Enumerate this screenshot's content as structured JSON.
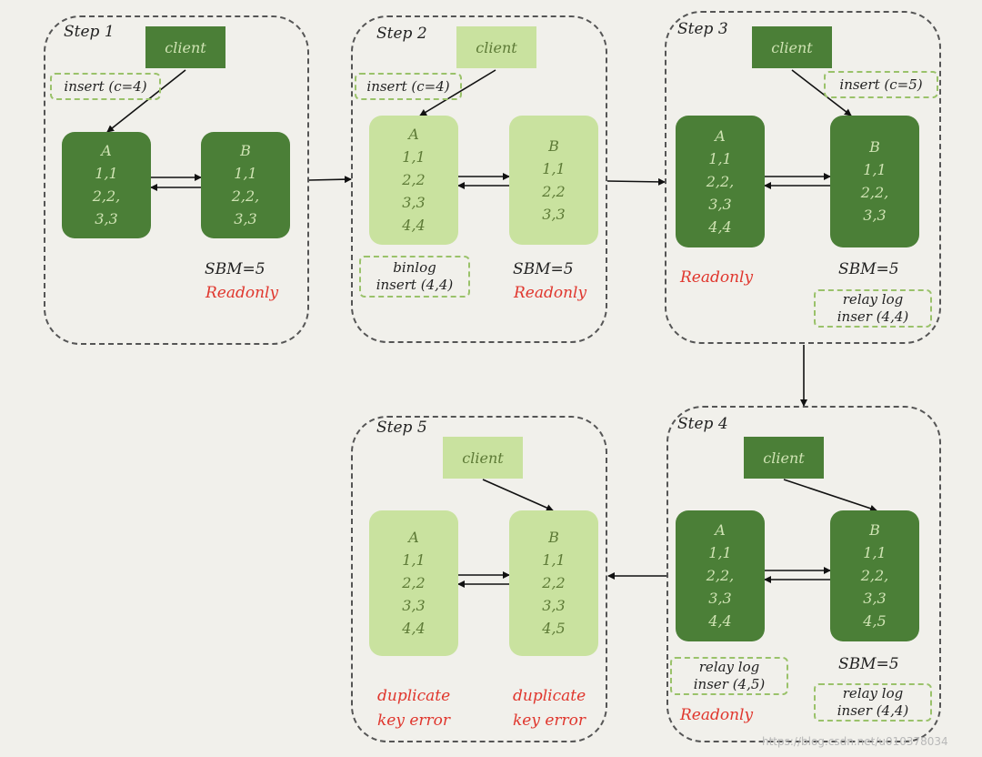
{
  "steps": [
    {
      "title": "Step 1",
      "client": "client",
      "note": "insert (c=4)",
      "nodeA": {
        "label": "A",
        "rows": [
          "1,1",
          "2,2,",
          "3,3"
        ]
      },
      "nodeB": {
        "label": "B",
        "rows": [
          "1,1",
          "2,2,",
          "3,3"
        ]
      },
      "sbm": "SBM=5",
      "readonly": "Readonly"
    },
    {
      "title": "Step 2",
      "client": "client",
      "note": "insert (c=4)",
      "nodeA": {
        "label": "A",
        "rows": [
          "1,1",
          "2,2",
          "3,3",
          "4,4"
        ]
      },
      "nodeB": {
        "label": "B",
        "rows": [
          "1,1",
          "2,2",
          "3,3"
        ]
      },
      "binlog": [
        "binlog",
        "insert (4,4)"
      ],
      "sbm": "SBM=5",
      "readonly": "Readonly"
    },
    {
      "title": "Step 3",
      "client": "client",
      "note": "insert (c=5)",
      "nodeA": {
        "label": "A",
        "rows": [
          "1,1",
          "2,2,",
          "3,3",
          "4,4"
        ]
      },
      "nodeB": {
        "label": "B",
        "rows": [
          "1,1",
          "2,2,",
          "3,3"
        ]
      },
      "readonly": "Readonly",
      "sbm": "SBM=5",
      "relay": [
        "relay log",
        "inser (4,4)"
      ]
    },
    {
      "title": "Step 4",
      "client": "client",
      "nodeA": {
        "label": "A",
        "rows": [
          "1,1",
          "2,2,",
          "3,3",
          "4,4"
        ]
      },
      "nodeB": {
        "label": "B",
        "rows": [
          "1,1",
          "2,2,",
          "3,3",
          "4,5"
        ]
      },
      "relayA": [
        "relay log",
        "inser (4,5)"
      ],
      "readonly": "Readonly",
      "sbm": "SBM=5",
      "relayB": [
        "relay log",
        "inser (4,4)"
      ]
    },
    {
      "title": "Step 5",
      "client": "client",
      "nodeA": {
        "label": "A",
        "rows": [
          "1,1",
          "2,2",
          "3,3",
          "4,4"
        ]
      },
      "nodeB": {
        "label": "B",
        "rows": [
          "1,1",
          "2,2",
          "3,3",
          "4,5"
        ]
      },
      "errorA": [
        "duplicate",
        "key error"
      ],
      "errorB": [
        "duplicate",
        "key error"
      ]
    }
  ],
  "colors": {
    "dark_green": "#4b7f37",
    "light_green": "#c9e29f",
    "error_red": "#e0362d",
    "note_border": "#9ac26a"
  },
  "watermark": "https://blog.csdn.net/u010378034"
}
